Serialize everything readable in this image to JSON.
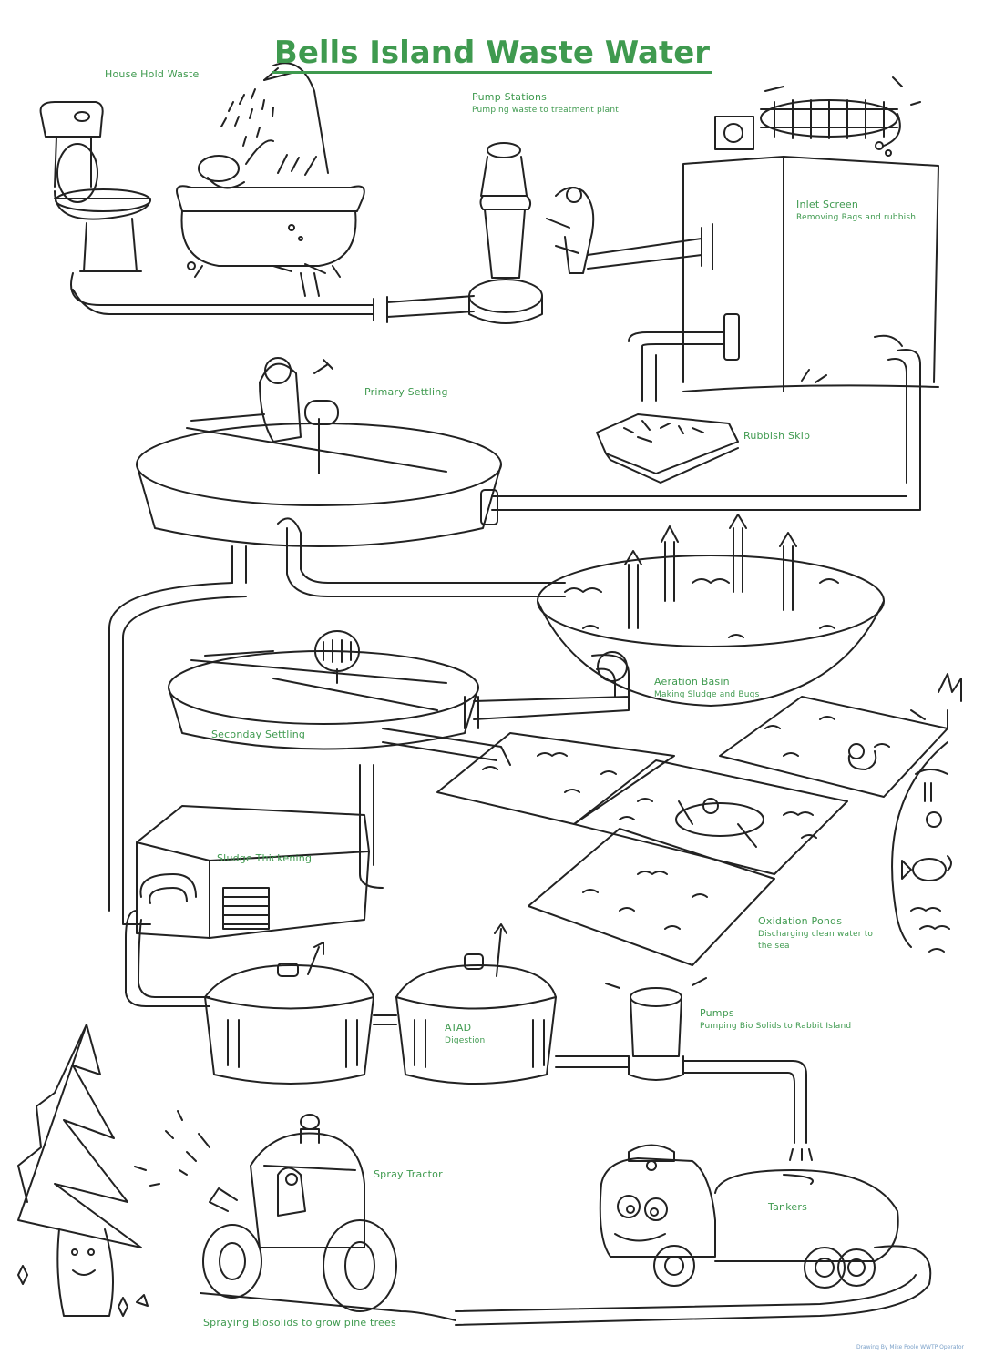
{
  "title": "Bells Island Waste Water",
  "accent_color": "#3f9a4f",
  "labels": {
    "household": "House Hold Waste",
    "pump_stations": {
      "name": "Pump Stations",
      "desc": "Pumping waste to treatment plant"
    },
    "inlet_screen": {
      "name": "Inlet Screen",
      "desc": "Removing Rags and rubbish"
    },
    "primary_settling": "Primary Settling",
    "rubbish_skip": "Rubbish Skip",
    "aeration_basin": {
      "name": "Aeration Basin",
      "desc": "Making Sludge and Bugs"
    },
    "secondary_settling": "Seconday Settling",
    "sludge_thickening": "Sludge Thickening",
    "oxidation_ponds": {
      "name": "Oxidation Ponds",
      "desc_line1": "Discharging clean water to",
      "desc_line2": "the sea"
    },
    "atad": {
      "name": "ATAD",
      "desc": "Digestion"
    },
    "pumps": {
      "name": "Pumps",
      "desc": "Pumping Bio Solids to Rabbit Island"
    },
    "spray_tractor": "Spray Tractor",
    "tankers": "Tankers",
    "spraying": "Spraying Biosolids to grow pine trees"
  },
  "credit": "Drawing By Mike Poole WWTP Operator"
}
